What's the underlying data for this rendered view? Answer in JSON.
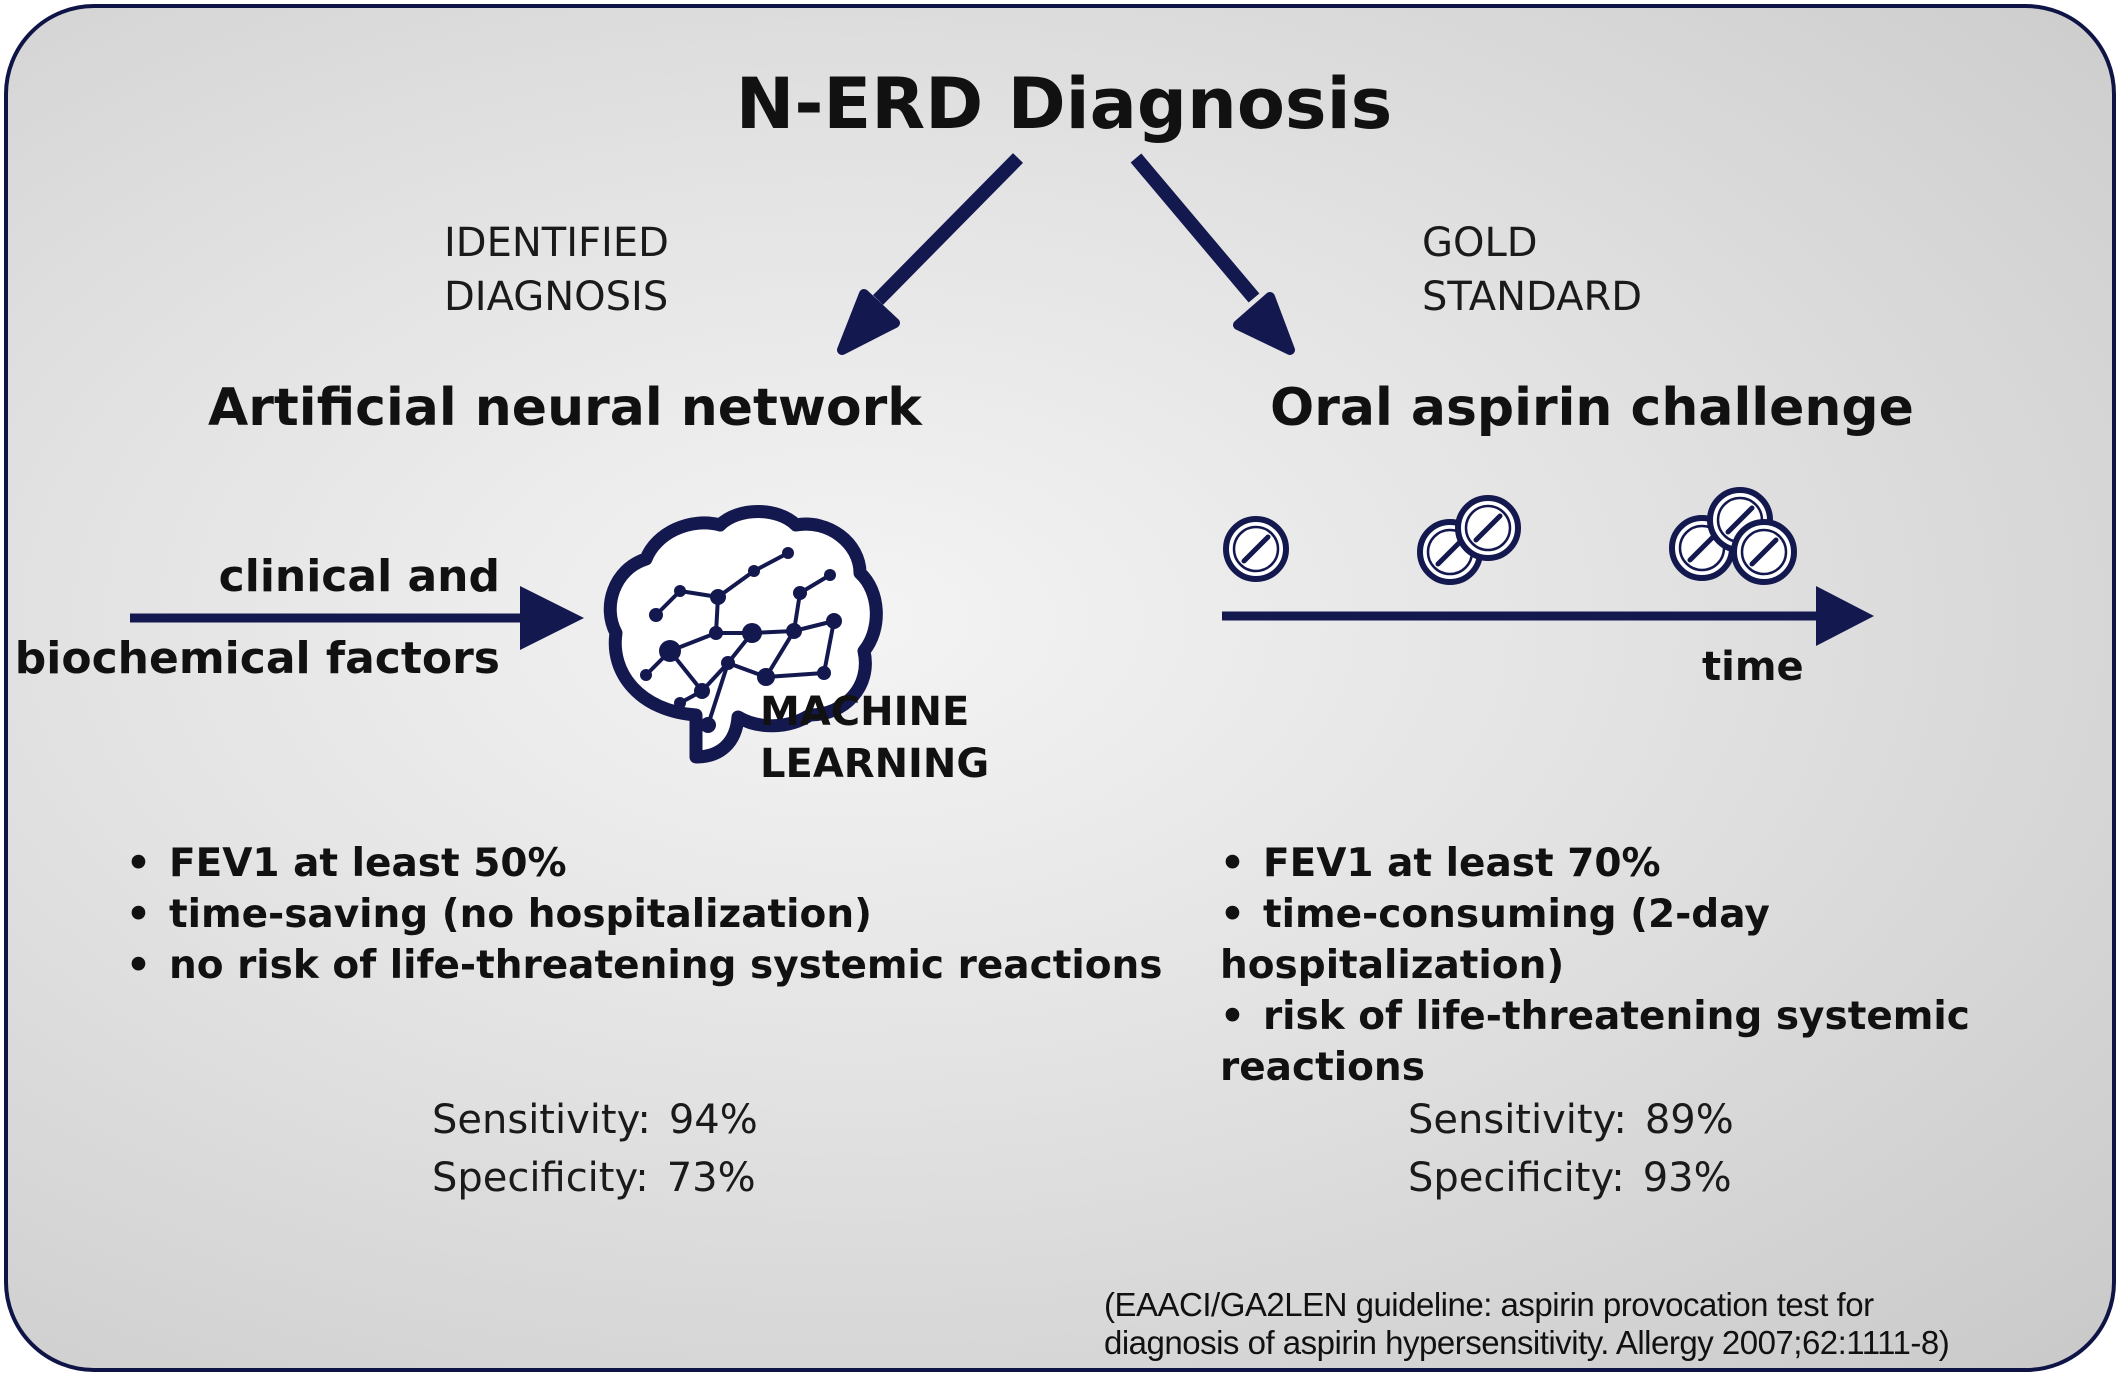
{
  "title": "N-ERD Diagnosis",
  "colors": {
    "navy": "#13184f",
    "border": "#0f1446"
  },
  "left": {
    "upper_label": [
      "IDENTIFIED",
      "DIAGNOSIS"
    ],
    "heading": "Artificial neural network",
    "input_label": [
      "clinical and",
      "biochemical factors"
    ],
    "brain_label": [
      "MACHINE",
      "LEARNING"
    ],
    "icon": "brain-network-icon",
    "bullets": [
      "FEV1 at least 50%",
      "time-saving (no hospitalization)",
      "no risk of life-threatening systemic reactions"
    ],
    "sensitivity_label": "Sensitivity:",
    "sensitivity_value": "94%",
    "specificity_label": "Specificity:",
    "specificity_value": "73%"
  },
  "right": {
    "upper_label": [
      "GOLD",
      "STANDARD"
    ],
    "heading": "Oral aspirin challenge",
    "timeline_label": "time",
    "icon": "aspirin-pill-icon",
    "pill_groups": [
      1,
      2,
      3
    ],
    "bullets": [
      "FEV1 at least 70%",
      "time-consuming (2-day hospitalization)",
      "risk of life-threatening systemic reactions"
    ],
    "sensitivity_label": "Sensitivity:",
    "sensitivity_value": "89%",
    "specificity_label": "Specificity:",
    "specificity_value": "93%"
  },
  "citation": [
    "(EAACI/GA2LEN guideline: aspirin provocation test for",
    "diagnosis of aspirin hypersensitivity. Allergy 2007;62:1111-8)"
  ]
}
